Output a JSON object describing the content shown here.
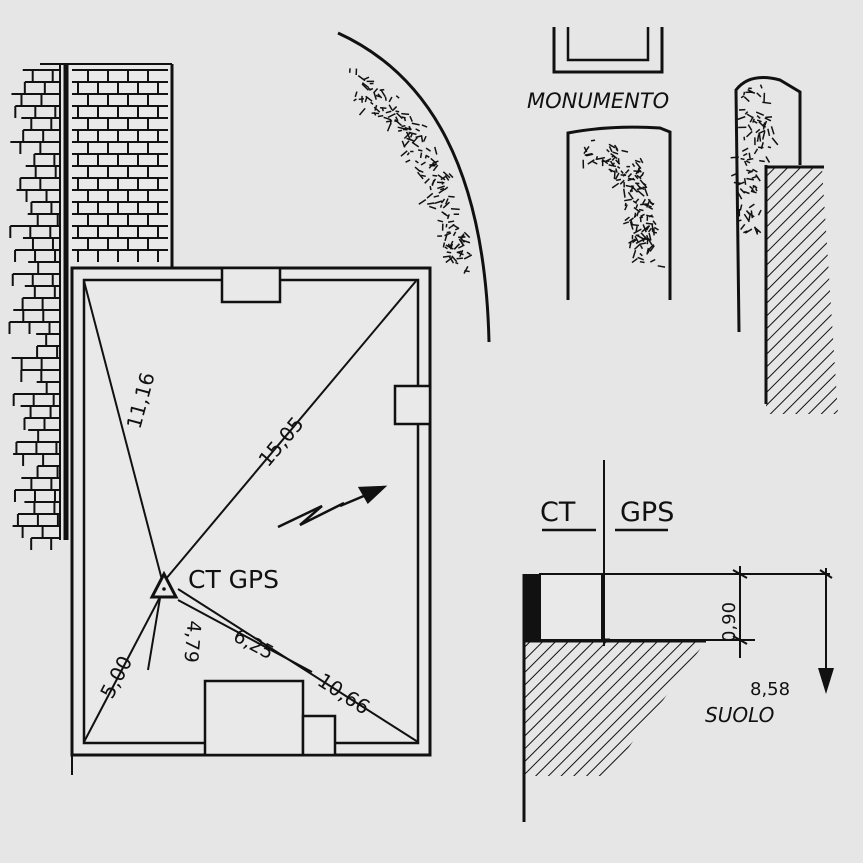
{
  "labels": {
    "monument": "MONUMENTO",
    "station": "CT GPS",
    "section_ct": "CT",
    "section_gps": "GPS",
    "ground": "SUOLO"
  },
  "measurements": {
    "diag_top_left": "11,16",
    "diag_top_right": "15,05",
    "dist_bottom_left": "5,00",
    "dist_bottom_mid": "4,79",
    "dist_short": "6,25",
    "dist_bottom_right": "10,66",
    "height_above": "0,90",
    "height_ground": "8,58"
  },
  "icons": {
    "north_arrow": "north-arrow-icon",
    "station_marker": "triangle-station-icon"
  },
  "colors": {
    "ink": "#111111",
    "paper": "#e6e6e6",
    "fill": "#e9e9e9"
  }
}
